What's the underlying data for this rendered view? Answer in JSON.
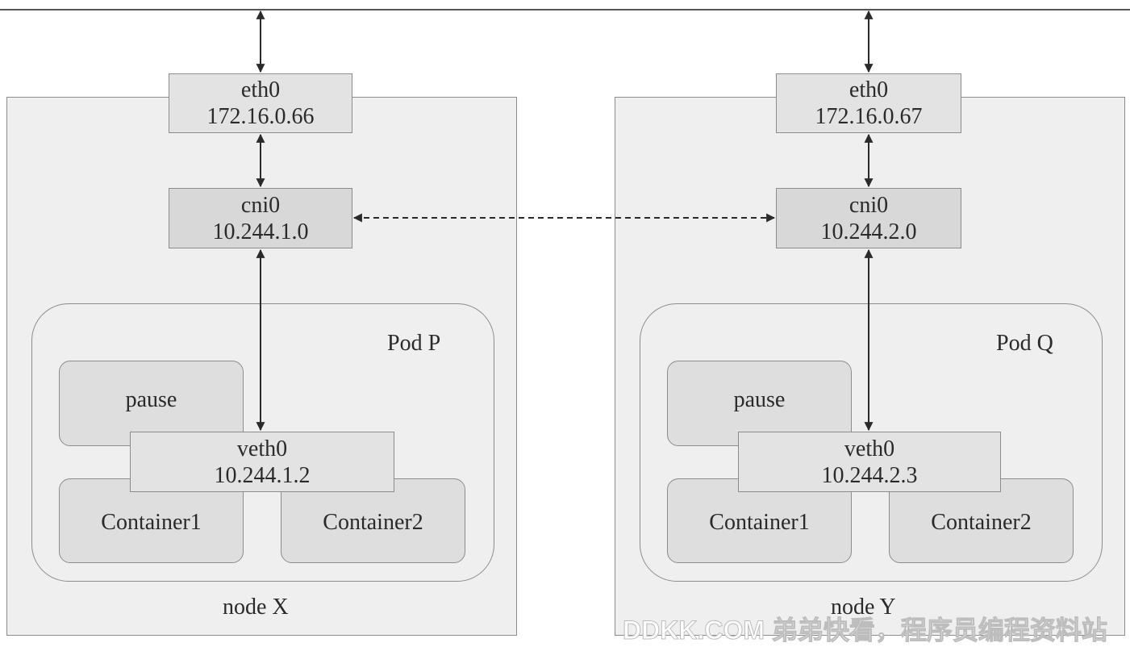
{
  "node_x": {
    "label": "node X",
    "eth": {
      "name": "eth0",
      "ip": "172.16.0.66"
    },
    "cni": {
      "name": "cni0",
      "ip": "10.244.1.0"
    },
    "pod": {
      "label": "Pod P",
      "pause": "pause",
      "veth": {
        "name": "veth0",
        "ip": "10.244.1.2"
      },
      "container1": "Container1",
      "container2": "Container2"
    }
  },
  "node_y": {
    "label": "node Y",
    "eth": {
      "name": "eth0",
      "ip": "172.16.0.67"
    },
    "cni": {
      "name": "cni0",
      "ip": "10.244.2.0"
    },
    "pod": {
      "label": "Pod Q",
      "pause": "pause",
      "veth": {
        "name": "veth0",
        "ip": "10.244.2.3"
      },
      "container1": "Container1",
      "container2": "Container2"
    }
  },
  "watermark": "DDKK.COM 弟弟快看，程序员编程资料站",
  "colors": {
    "node_fill": "#efefef",
    "box_border": "#8c8c8c",
    "cni_fill": "#d8d8d8",
    "line": "#2a2a2a"
  }
}
